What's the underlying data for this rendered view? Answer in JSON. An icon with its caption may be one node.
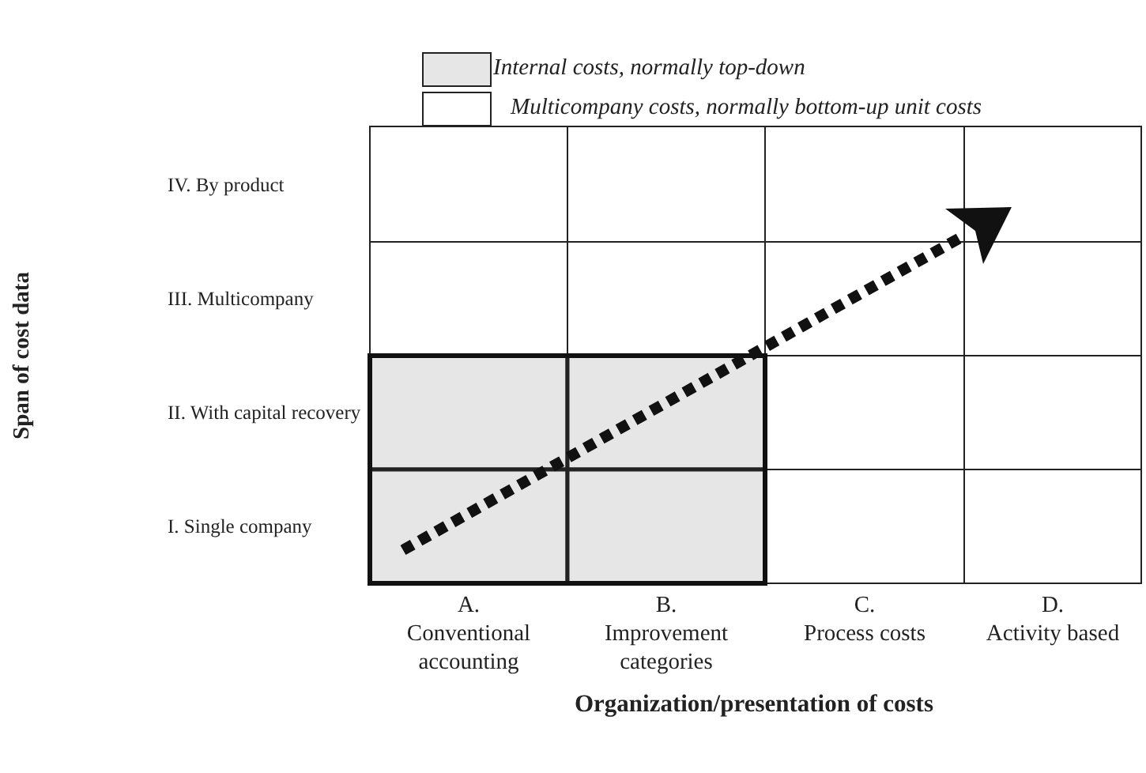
{
  "diagram": {
    "labels": [
      "IV. By product",
      "III. Multicompany",
      "II. With capital recovery",
      "I. Single company",
      "Span of cost data",
      "A.",
      "Conventional accounting",
      "B.",
      "Improvement categories",
      "C.",
      "Process costs",
      "D.",
      "Activity based",
      "Organization/presentation of costs"
    ],
    "legend": [
      {
        "text": "Internal costs, normally top-down",
        "color": "#e6e6e6"
      },
      {
        "text": "Multicompany costs, normally bottom-up unit costs",
        "color": "#ffffff"
      }
    ]
  }
}
